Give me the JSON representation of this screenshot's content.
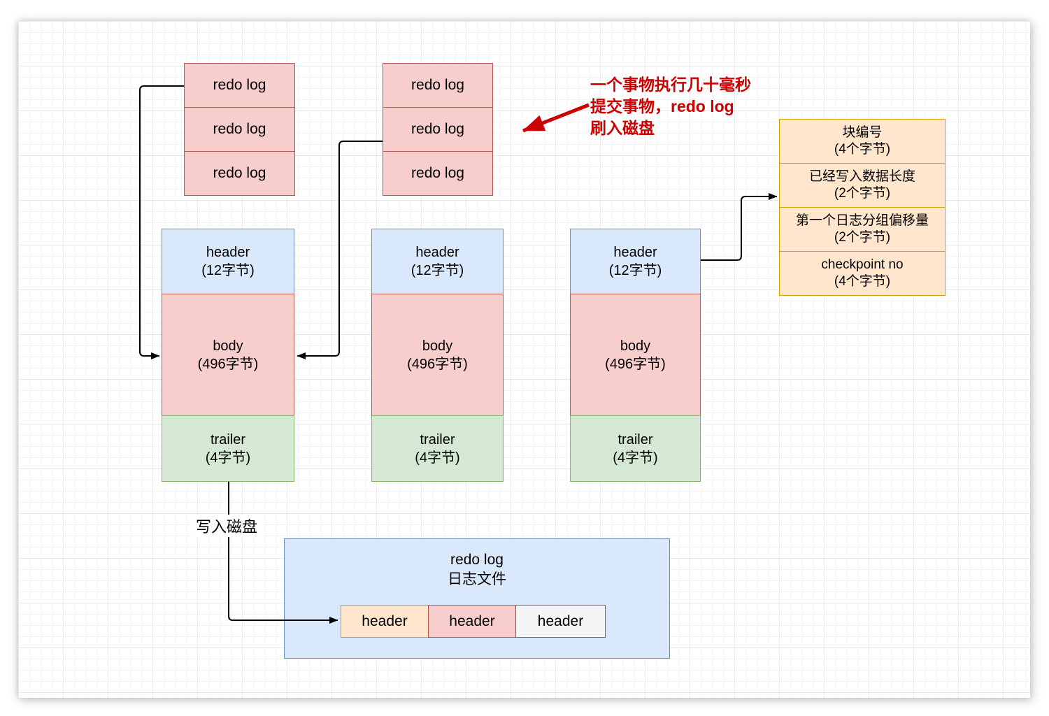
{
  "palette": {
    "pink_fill": "#F8CECC",
    "pink_stroke": "#B85450",
    "blue_fill": "#DAE8FC",
    "blue_stroke": "#6C8EBF",
    "green_fill": "#D5E8D4",
    "green_stroke": "#82B366",
    "orange_fill": "#FFE6CC",
    "orange_stroke": "#D79B00",
    "gray_fill": "#F5F5F5",
    "gray_stroke": "#666666",
    "annotation_red": "#CC0000",
    "connector_black": "#000000"
  },
  "redo_stacks": {
    "left": [
      "redo log",
      "redo log",
      "redo log"
    ],
    "middle": [
      "redo log",
      "redo log",
      "redo log"
    ]
  },
  "annotation": {
    "line1": "一个事物执行几十毫秒",
    "line2": "提交事物，redo log",
    "line3": "刷入磁盘"
  },
  "log_block_header": {
    "rows": [
      {
        "name": "块编号",
        "size": "(4个字节)"
      },
      {
        "name": "已经写入数据长度",
        "size": "(2个字节)"
      },
      {
        "name": "第一个日志分组偏移量",
        "size": "(2个字节)"
      },
      {
        "name": "checkpoint no",
        "size": "(4个字节)"
      }
    ]
  },
  "log_blocks": [
    {
      "header_label": "header",
      "header_size": "(12字节)",
      "body_label": "body",
      "body_size": "(496字节)",
      "trailer_label": "trailer",
      "trailer_size": "(4字节)"
    },
    {
      "header_label": "header",
      "header_size": "(12字节)",
      "body_label": "body",
      "body_size": "(496字节)",
      "trailer_label": "trailer",
      "trailer_size": "(4字节)"
    },
    {
      "header_label": "header",
      "header_size": "(12字节)",
      "body_label": "body",
      "body_size": "(496字节)",
      "trailer_label": "trailer",
      "trailer_size": "(4字节)"
    }
  ],
  "write_to_disk_label": "写入磁盘",
  "log_file": {
    "title_line1": "redo log",
    "title_line2": "日志文件",
    "segments": [
      {
        "label": "header"
      },
      {
        "label": "header"
      },
      {
        "label": "header"
      }
    ]
  }
}
